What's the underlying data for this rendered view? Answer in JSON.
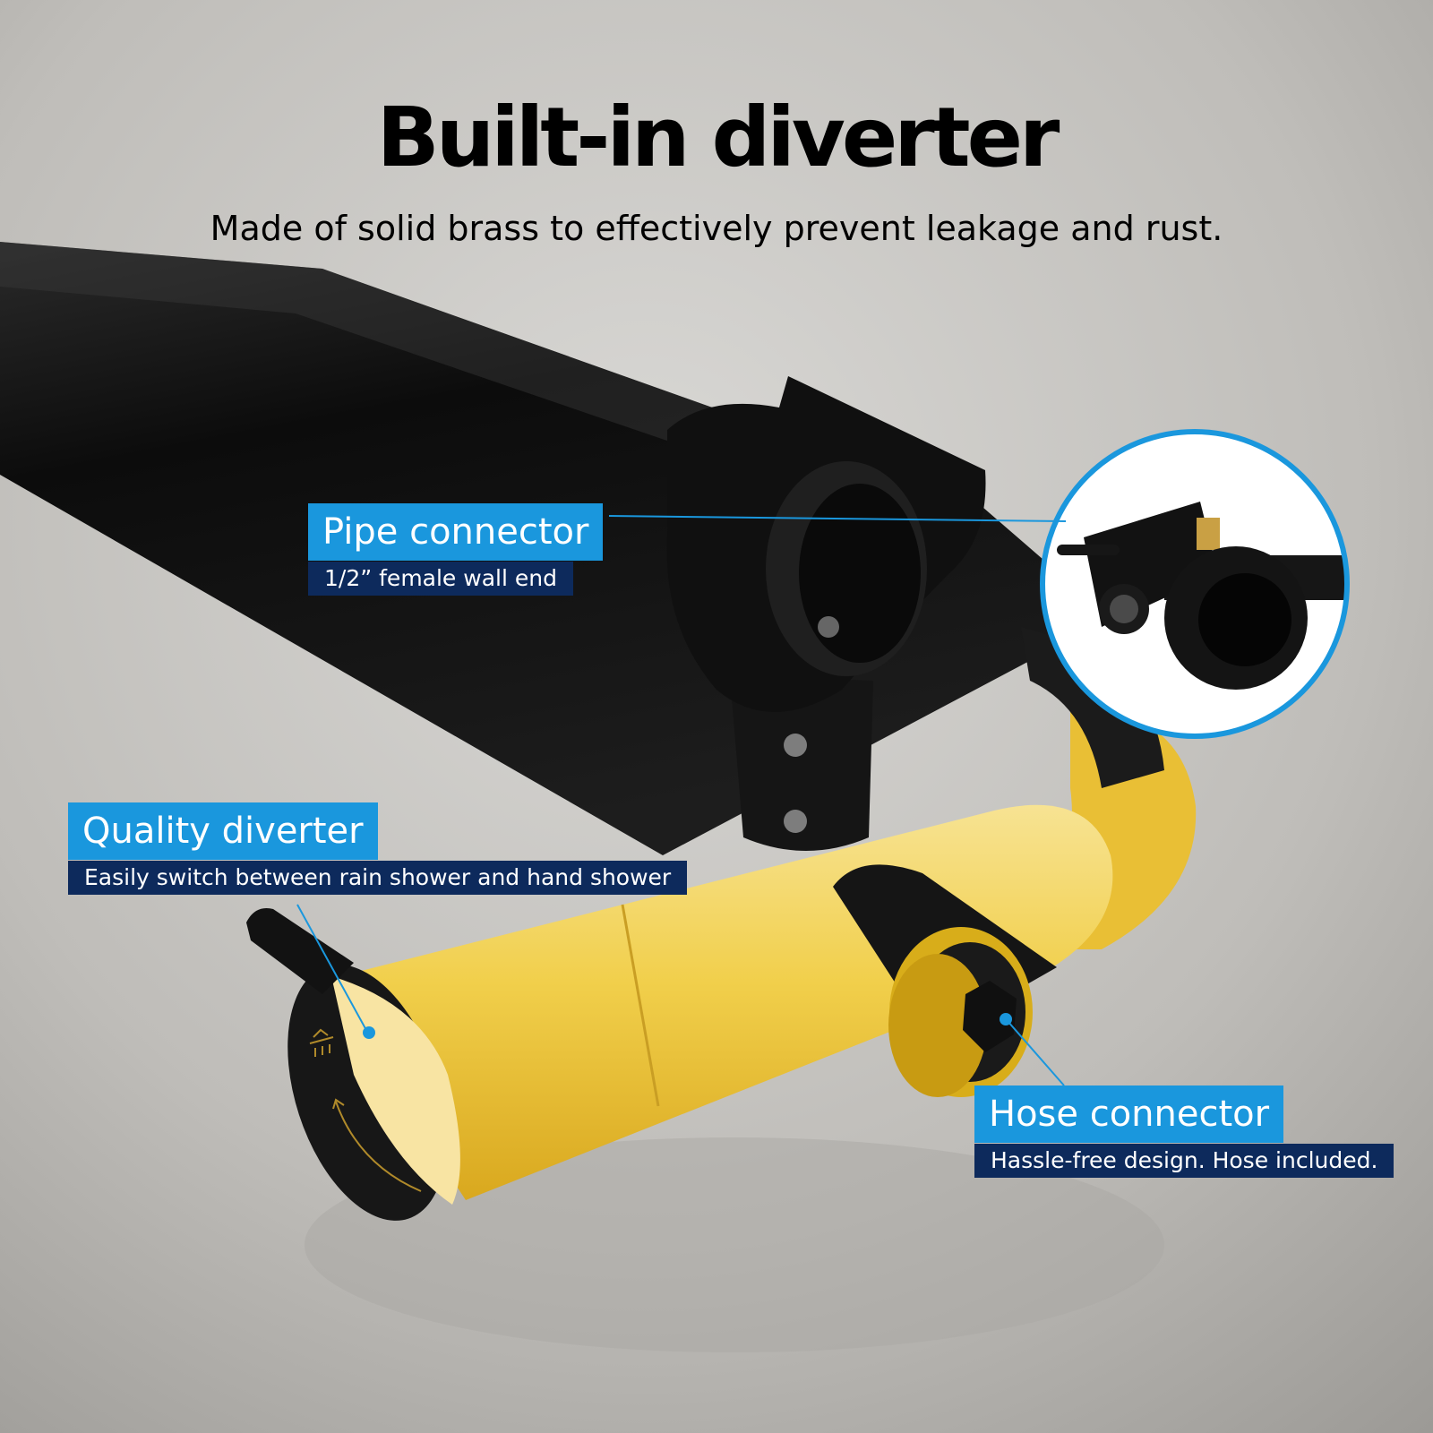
{
  "headline": "Built-in diverter",
  "subheadline": "Made of solid brass to effectively prevent leakage and rust.",
  "colors": {
    "accent_blue": "#1a97dd",
    "label_navy": "#0d2a5c",
    "background_gray": "#b8b6b2",
    "brass_yellow": "#f2cf4f",
    "matte_black": "#141414"
  },
  "callouts": {
    "pipe_connector": {
      "title": "Pipe connector",
      "subtitle": "1/2” female wall end"
    },
    "quality_diverter": {
      "title": "Quality diverter",
      "subtitle": "Easily switch between rain shower and hand shower"
    },
    "hose_connector": {
      "title": "Hose connector",
      "subtitle": "Hassle-free design. Hose included."
    }
  },
  "icons": [
    "shower-head-icon",
    "rotation-arrow-icon"
  ]
}
